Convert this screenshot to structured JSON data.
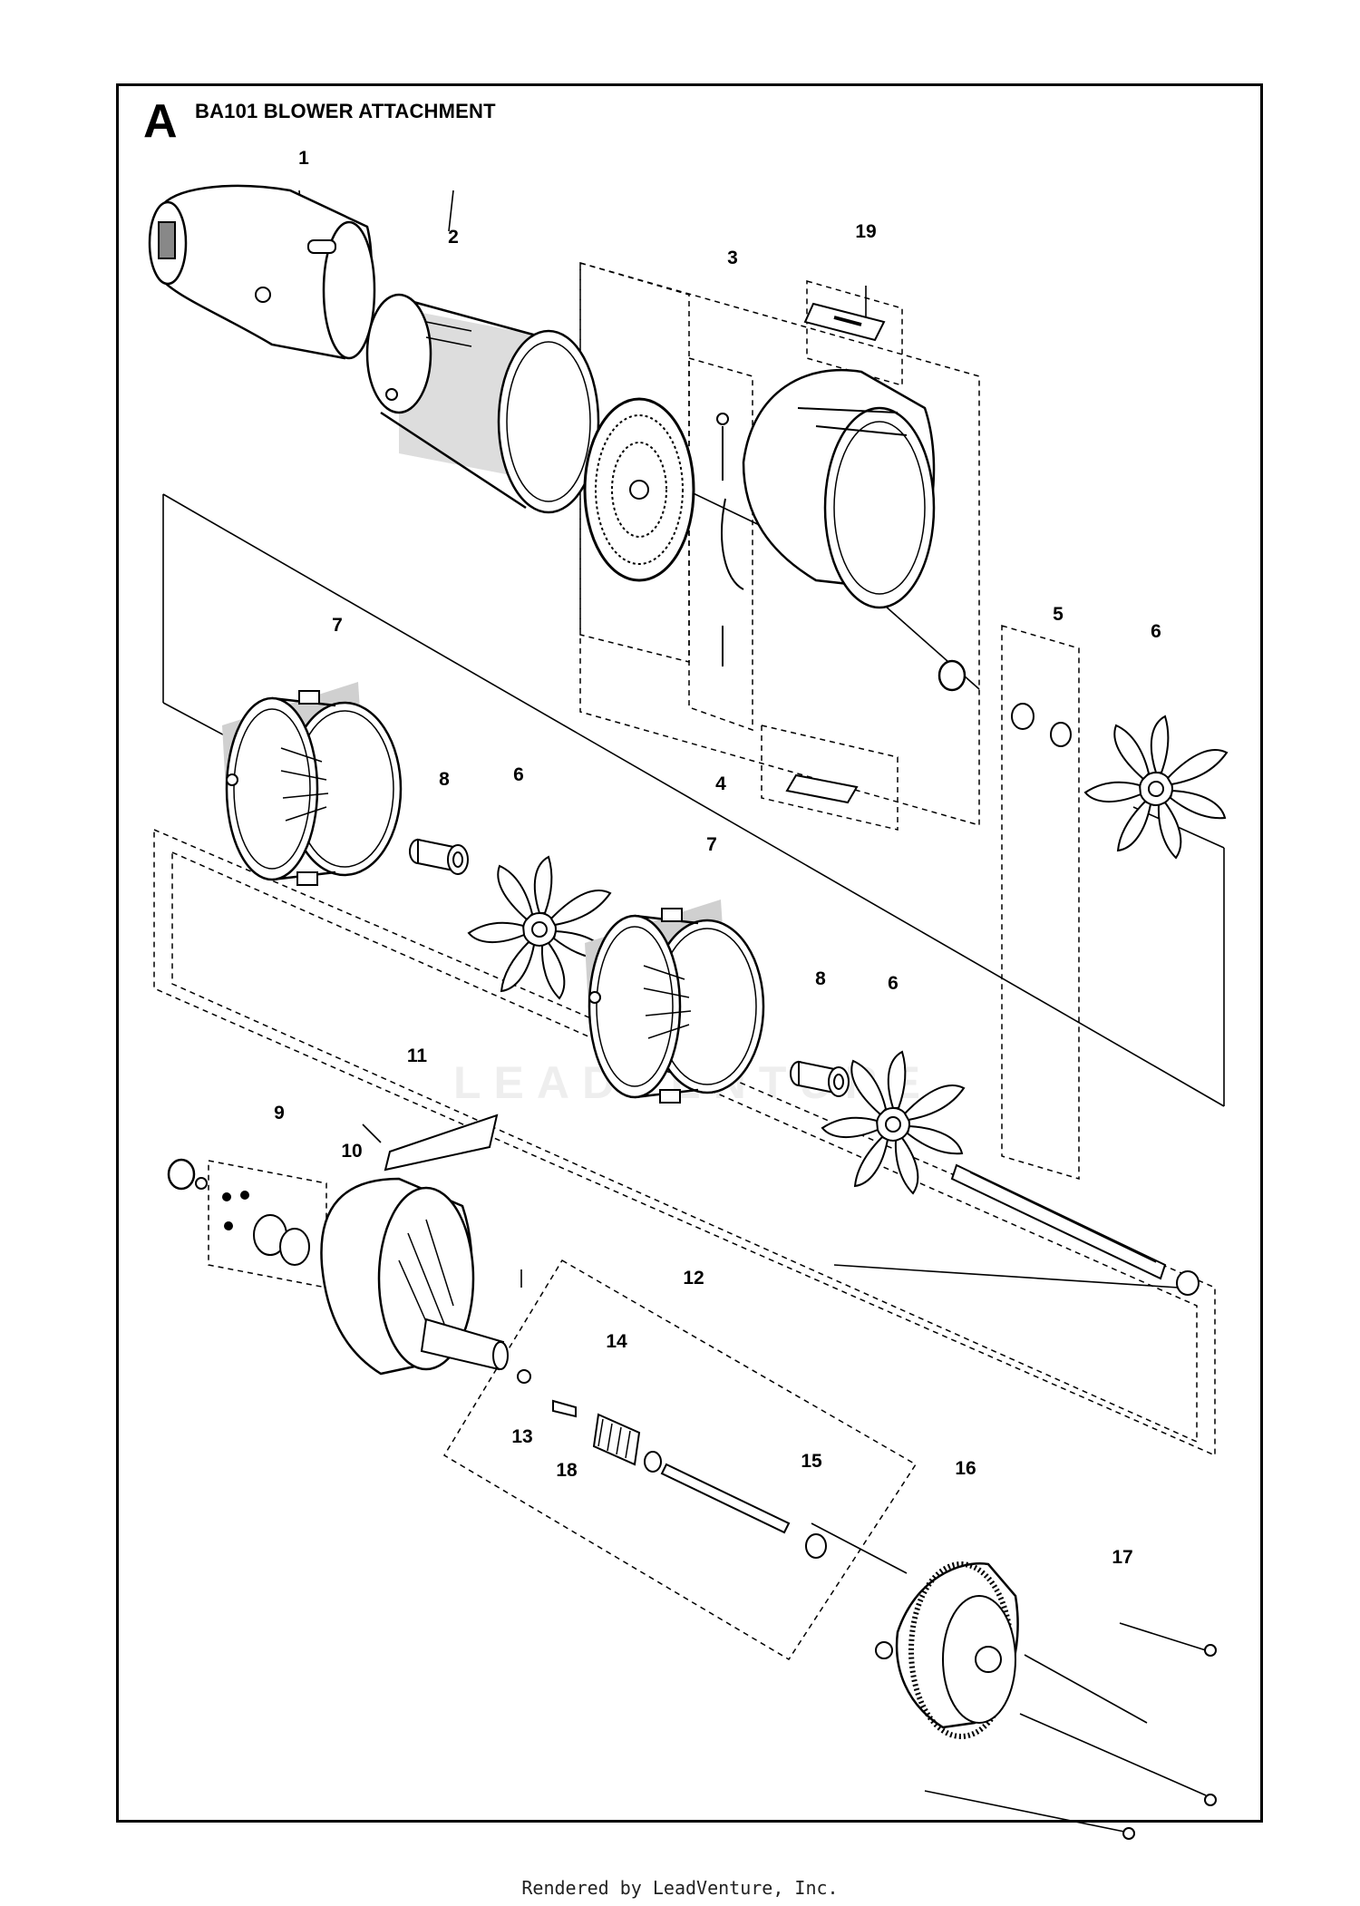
{
  "diagram": {
    "section_letter": "A",
    "title": "BA101 BLOWER ATTACHMENT",
    "callouts": [
      "1",
      "2",
      "3",
      "19",
      "4",
      "5",
      "6",
      "7",
      "8",
      "6",
      "7",
      "8",
      "6",
      "11",
      "9",
      "10",
      "12",
      "14",
      "13",
      "18",
      "15",
      "16",
      "17"
    ],
    "watermark": "LEADVENTURE",
    "footer": "Rendered by LeadVenture, Inc."
  },
  "colors": {
    "line": "#000000",
    "fill": "#ffffff",
    "shade": "#c8c8c8",
    "watermark": "#eeeeee"
  },
  "icons": [
    "blower-nozzle-icon",
    "tube-icon",
    "screen-icon",
    "fan-housing-icon",
    "impeller-icon",
    "bushing-icon",
    "shaft-icon",
    "decal-icon",
    "end-cover-icon",
    "bolt-icon"
  ]
}
